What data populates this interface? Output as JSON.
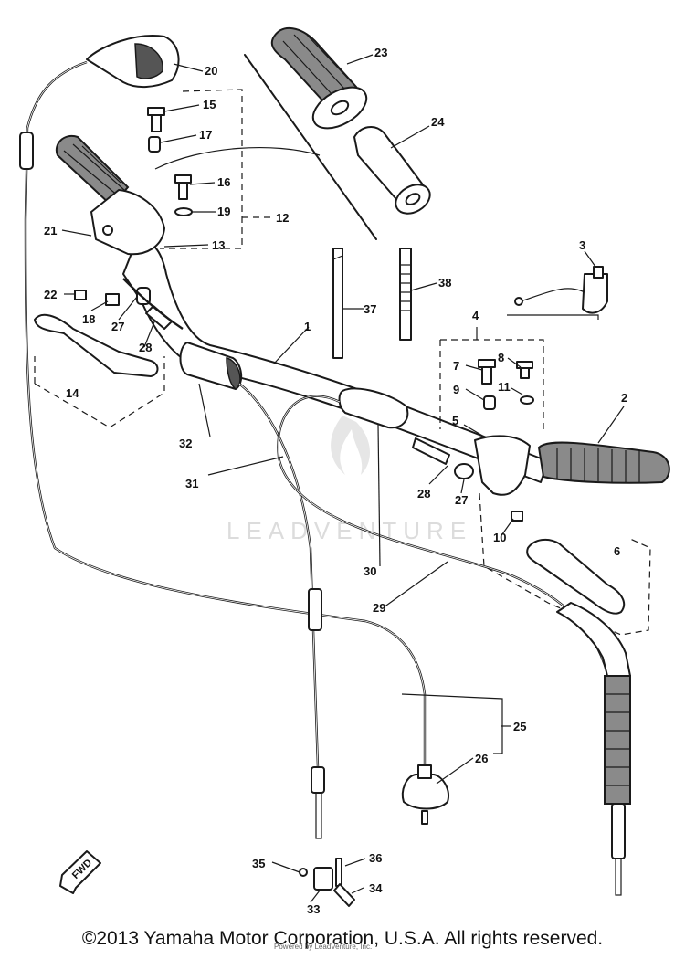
{
  "diagram": {
    "callouts": [
      "1",
      "2",
      "3",
      "4",
      "5",
      "6",
      "7",
      "8",
      "9",
      "10",
      "11",
      "12",
      "13",
      "14",
      "15",
      "16",
      "17",
      "18",
      "19",
      "20",
      "21",
      "22",
      "23",
      "24",
      "25",
      "26",
      "27",
      "28",
      "29",
      "30",
      "31",
      "32",
      "33",
      "34",
      "35",
      "36",
      "37",
      "38"
    ],
    "fwd_label": "FWD",
    "watermark": "LEADVENTURE"
  },
  "footer": {
    "copyright": "©2013 Yamaha Motor Corporation, U.S.A. All rights reserved.",
    "credit": "Powered by LeadVenture, Inc."
  },
  "colors": {
    "ink": "#1a1a1a",
    "grip": "#8a8a8a",
    "background": "#ffffff"
  }
}
